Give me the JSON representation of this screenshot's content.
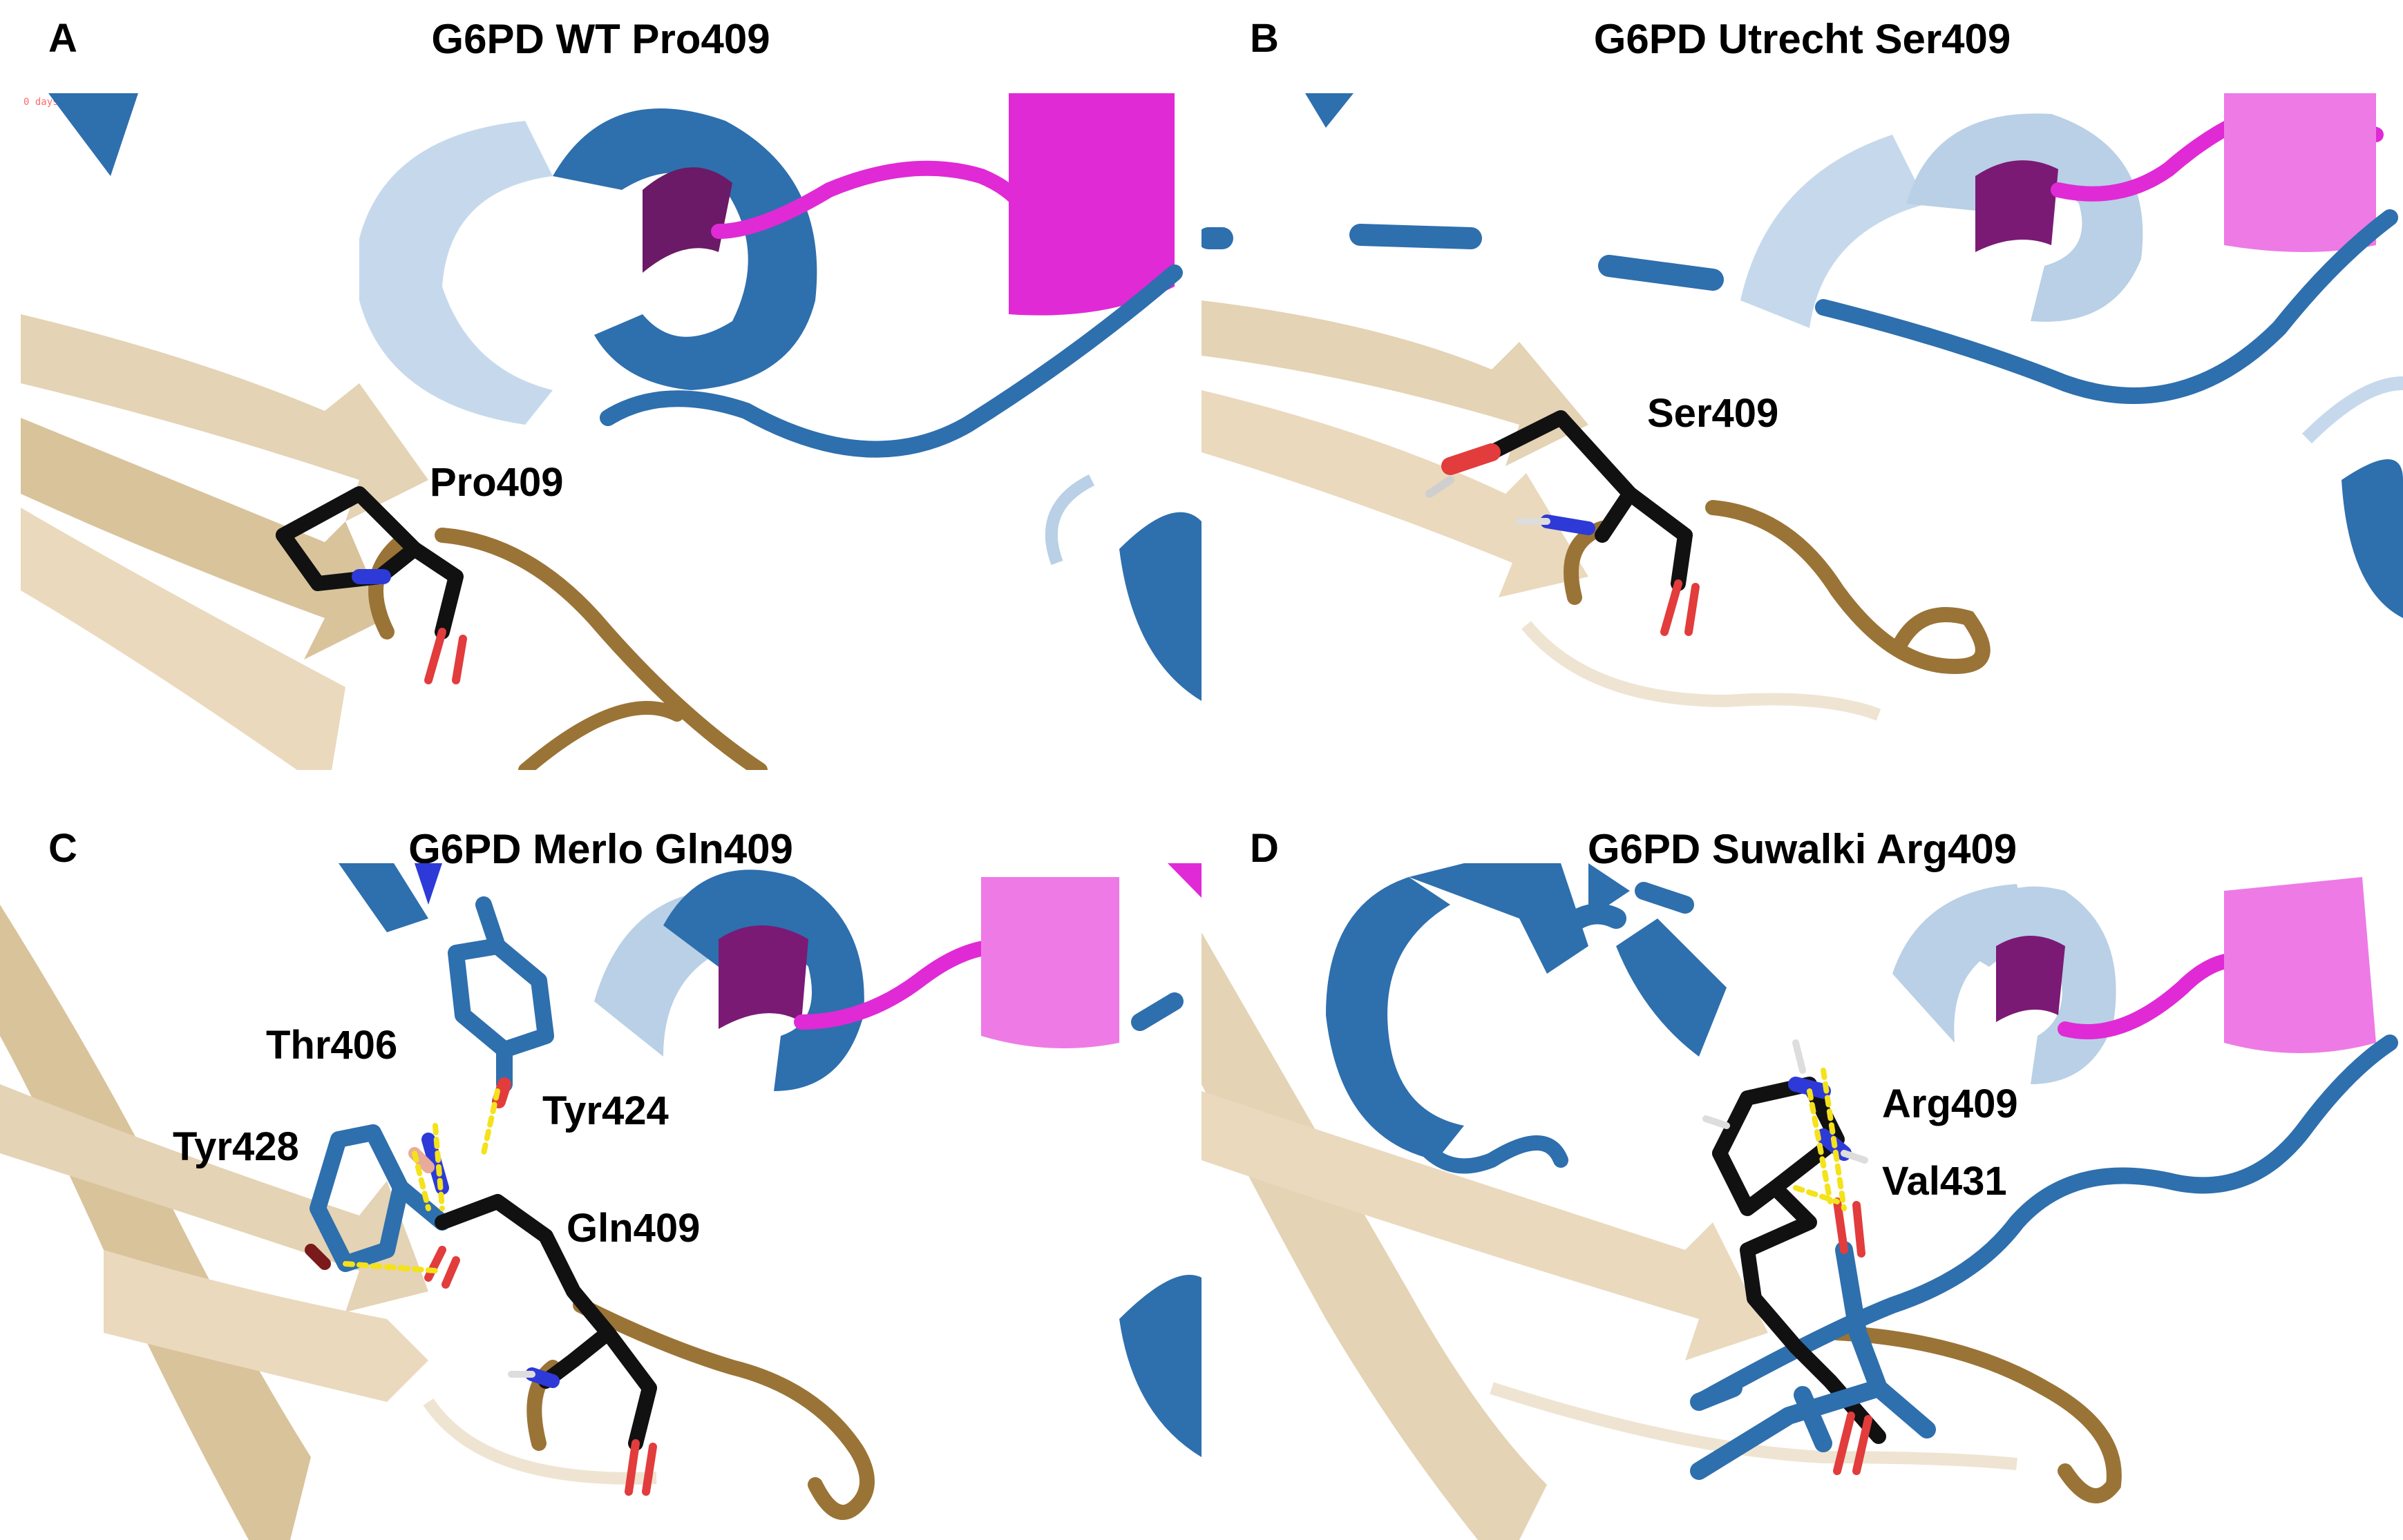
{
  "panels": [
    {
      "letter": "A",
      "title": "G6PD WT Pro409",
      "overlay": "0 days remaining?",
      "labels": [
        "Pro409"
      ]
    },
    {
      "letter": "B",
      "title": "G6PD Utrecht Ser409",
      "labels": [
        "Ser409"
      ]
    },
    {
      "letter": "C",
      "title": "G6PD Merlo Gln409",
      "labels": [
        "Thr406",
        "Tyr424",
        "Tyr428",
        "Gln409"
      ]
    },
    {
      "letter": "D",
      "title": "G6PD Suwalki Arg409",
      "labels": [
        "Arg409",
        "Val431"
      ]
    }
  ],
  "colors": {
    "helix_blue": "#2e6fae",
    "helix_light": "#b9d0e6",
    "magenta": "#e02ad6",
    "tan": "#e4d3b4",
    "brown": "#9a7436",
    "carbon": "#111111",
    "nitrogen": "#2d3ad8",
    "oxygen": "#e23c3c",
    "hbond": "#f4e21a"
  }
}
